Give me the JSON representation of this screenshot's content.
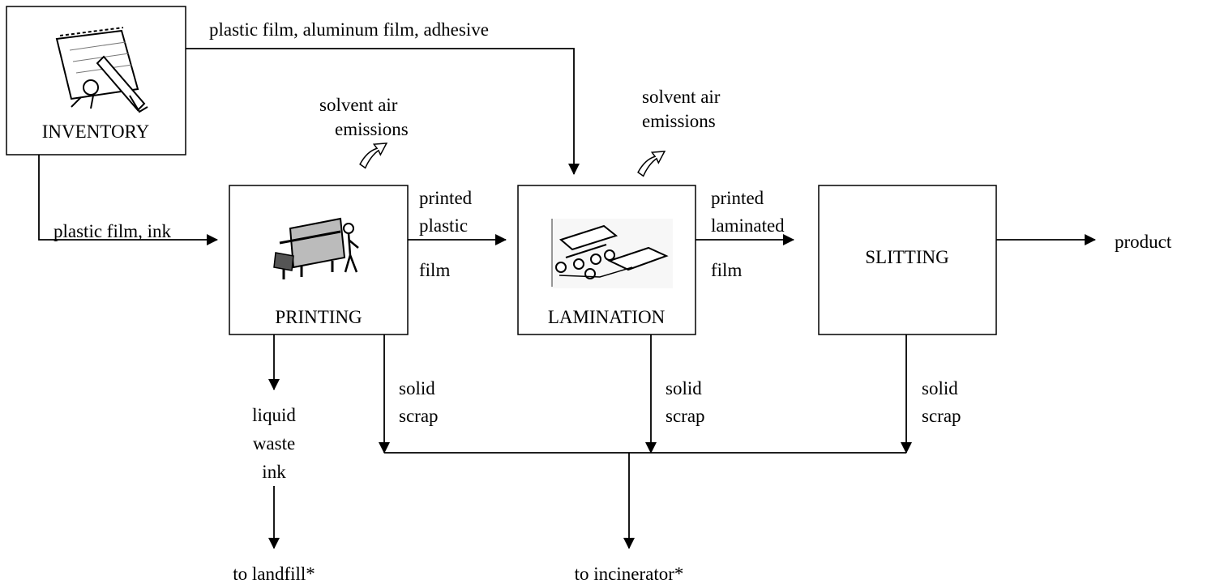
{
  "processes": {
    "inventory": "INVENTORY",
    "printing": "PRINTING",
    "lamination": "LAMINATION",
    "slitting": "SLITTING"
  },
  "flows": {
    "inventory_to_lamination": "plastic film, aluminum film, adhesive",
    "inventory_to_printing": "plastic film, ink",
    "printing_emissions": [
      "solvent air",
      "emissions"
    ],
    "lamination_emissions": [
      "solvent air",
      "emissions"
    ],
    "printing_to_lamination": [
      "printed",
      "plastic",
      "film"
    ],
    "lamination_to_slitting": [
      "printed",
      "laminated",
      "film"
    ],
    "slitting_output": "product",
    "printing_liquid_waste": [
      "liquid",
      "waste",
      "ink"
    ],
    "printing_scrap": [
      "solid",
      "scrap"
    ],
    "lamination_scrap": [
      "solid",
      "scrap"
    ],
    "slitting_scrap": [
      "solid",
      "scrap"
    ]
  },
  "destinations": {
    "landfill": "to landfill*",
    "incinerator": "to incinerator*"
  },
  "icons": {
    "inventory": "notepad-pencil-icon",
    "printing": "printing-press-icon",
    "lamination": "conveyor-rollers-icon",
    "emission": "curved-arrow-up-icon"
  }
}
